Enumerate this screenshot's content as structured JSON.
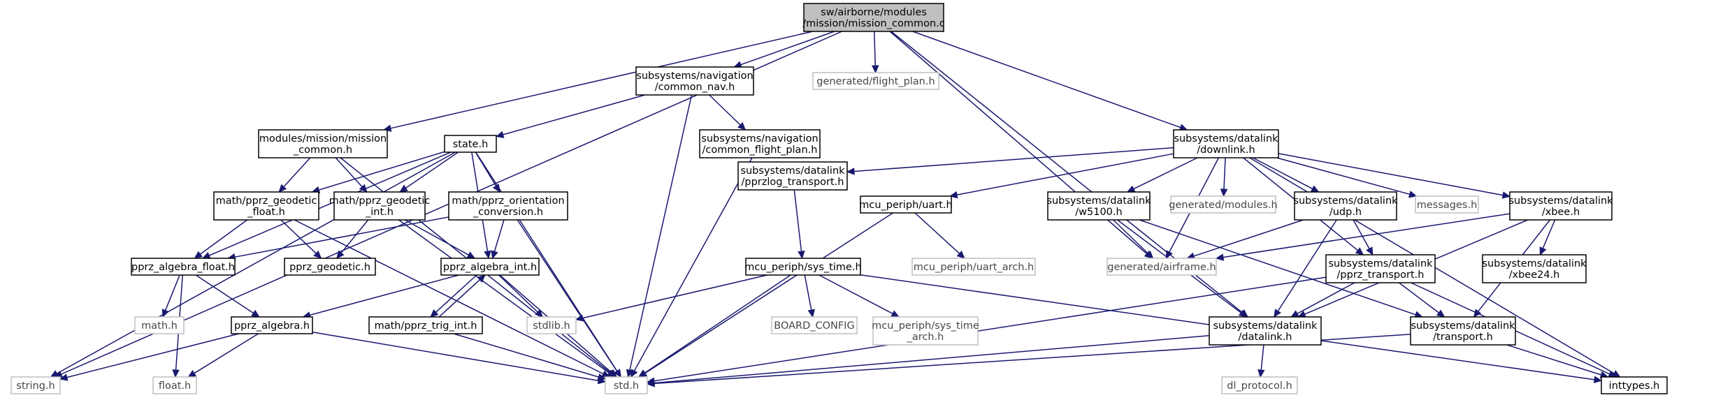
{
  "graph_title": "",
  "colors": {
    "edge": "#191970",
    "root_fill": "#bfbfbf",
    "root_border": "#000000",
    "documented_border": "#000000",
    "undocumented_border": "#bfbfbf",
    "undocumented_text": "#474747",
    "text": "#000000"
  },
  "nodes": [
    {
      "id": "root",
      "kind": "root",
      "lines": [
        "sw/airborne/modules",
        "/mission/mission_common.c"
      ]
    },
    {
      "id": "common_nav",
      "kind": "doc",
      "lines": [
        "subsystems/navigation",
        "/common_nav.h"
      ]
    },
    {
      "id": "flight_plan",
      "kind": "undoc",
      "lines": [
        "generated/flight_plan.h"
      ]
    },
    {
      "id": "downlink",
      "kind": "doc",
      "lines": [
        "subsystems/datalink",
        "/downlink.h"
      ]
    },
    {
      "id": "mission_common_h",
      "kind": "doc",
      "lines": [
        "modules/mission/mission",
        "_common.h"
      ]
    },
    {
      "id": "state_h",
      "kind": "doc",
      "lines": [
        "state.h"
      ]
    },
    {
      "id": "common_flight_plan",
      "kind": "doc",
      "lines": [
        "subsystems/navigation",
        "/common_flight_plan.h"
      ]
    },
    {
      "id": "geodetic_float",
      "kind": "doc",
      "lines": [
        "math/pprz_geodetic",
        "_float.h"
      ]
    },
    {
      "id": "geodetic_int",
      "kind": "doc",
      "lines": [
        "math/pprz_geodetic",
        "_int.h"
      ]
    },
    {
      "id": "orientation_conv",
      "kind": "doc",
      "lines": [
        "math/pprz_orientation",
        "_conversion.h"
      ]
    },
    {
      "id": "pprzlog_transport",
      "kind": "doc",
      "lines": [
        "subsystems/datalink",
        "/pprzlog_transport.h"
      ]
    },
    {
      "id": "uart_h",
      "kind": "doc",
      "lines": [
        "mcu_periph/uart.h"
      ]
    },
    {
      "id": "w5100",
      "kind": "doc",
      "lines": [
        "subsystems/datalink",
        "/w5100.h"
      ]
    },
    {
      "id": "gen_modules",
      "kind": "undoc",
      "lines": [
        "generated/modules.h"
      ]
    },
    {
      "id": "udp_h",
      "kind": "doc",
      "lines": [
        "subsystems/datalink",
        "/udp.h"
      ]
    },
    {
      "id": "messages_h",
      "kind": "undoc",
      "lines": [
        "messages.h"
      ]
    },
    {
      "id": "xbee_h",
      "kind": "doc",
      "lines": [
        "subsystems/datalink",
        "/xbee.h"
      ]
    },
    {
      "id": "algebra_float",
      "kind": "doc",
      "lines": [
        "pprz_algebra_float.h"
      ]
    },
    {
      "id": "pprz_geodetic",
      "kind": "doc",
      "lines": [
        "pprz_geodetic.h"
      ]
    },
    {
      "id": "algebra_int",
      "kind": "doc",
      "lines": [
        "pprz_algebra_int.h"
      ]
    },
    {
      "id": "sys_time",
      "kind": "doc",
      "lines": [
        "mcu_periph/sys_time.h"
      ]
    },
    {
      "id": "uart_arch",
      "kind": "undoc",
      "lines": [
        "mcu_periph/uart_arch.h"
      ]
    },
    {
      "id": "airframe",
      "kind": "undoc",
      "lines": [
        "generated/airframe.h"
      ]
    },
    {
      "id": "pprz_transport",
      "kind": "doc",
      "lines": [
        "subsystems/datalink",
        "/pprz_transport.h"
      ]
    },
    {
      "id": "xbee24",
      "kind": "doc",
      "lines": [
        "subsystems/datalink",
        "/xbee24.h"
      ]
    },
    {
      "id": "math_h",
      "kind": "undoc",
      "lines": [
        "math.h"
      ]
    },
    {
      "id": "pprz_algebra",
      "kind": "doc",
      "lines": [
        "pprz_algebra.h"
      ]
    },
    {
      "id": "trig_int",
      "kind": "doc",
      "lines": [
        "math/pprz_trig_int.h"
      ]
    },
    {
      "id": "stdlib_h",
      "kind": "undoc",
      "lines": [
        "stdlib.h"
      ]
    },
    {
      "id": "board_config",
      "kind": "undoc",
      "lines": [
        "BOARD_CONFIG"
      ]
    },
    {
      "id": "sys_time_arch",
      "kind": "undoc",
      "lines": [
        "mcu_periph/sys_time",
        "_arch.h"
      ]
    },
    {
      "id": "datalink_h",
      "kind": "doc",
      "lines": [
        "subsystems/datalink",
        "/datalink.h"
      ]
    },
    {
      "id": "transport_h",
      "kind": "doc",
      "lines": [
        "subsystems/datalink",
        "/transport.h"
      ]
    },
    {
      "id": "string_h",
      "kind": "undoc",
      "lines": [
        "string.h"
      ]
    },
    {
      "id": "float_h",
      "kind": "undoc",
      "lines": [
        "float.h"
      ]
    },
    {
      "id": "std_h",
      "kind": "undoc",
      "lines": [
        "std.h"
      ]
    },
    {
      "id": "dl_protocol",
      "kind": "undoc",
      "lines": [
        "dl_protocol.h"
      ]
    },
    {
      "id": "inttypes_h",
      "kind": "doc",
      "lines": [
        "inttypes.h"
      ]
    }
  ],
  "edges": [
    [
      "root",
      "string_h"
    ],
    [
      "root",
      "mission_common_h"
    ],
    [
      "root",
      "common_nav"
    ],
    [
      "root",
      "flight_plan"
    ],
    [
      "root",
      "airframe"
    ],
    [
      "root",
      "downlink"
    ],
    [
      "root",
      "datalink_h"
    ],
    [
      "mission_common_h",
      "geodetic_float"
    ],
    [
      "mission_common_h",
      "geodetic_int"
    ],
    [
      "mission_common_h",
      "std_h"
    ],
    [
      "common_nav",
      "state_h"
    ],
    [
      "common_nav",
      "std_h"
    ],
    [
      "common_nav",
      "common_flight_plan"
    ],
    [
      "common_flight_plan",
      "std_h"
    ],
    [
      "state_h",
      "std_h"
    ],
    [
      "state_h",
      "algebra_float"
    ],
    [
      "state_h",
      "geodetic_float"
    ],
    [
      "state_h",
      "geodetic_int"
    ],
    [
      "state_h",
      "orientation_conv"
    ],
    [
      "state_h",
      "algebra_int"
    ],
    [
      "state_h",
      "string_h"
    ],
    [
      "geodetic_float",
      "algebra_float"
    ],
    [
      "geodetic_float",
      "pprz_geodetic"
    ],
    [
      "geodetic_float",
      "std_h"
    ],
    [
      "geodetic_int",
      "pprz_geodetic"
    ],
    [
      "geodetic_int",
      "algebra_int"
    ],
    [
      "geodetic_int",
      "std_h"
    ],
    [
      "orientation_conv",
      "algebra_float"
    ],
    [
      "orientation_conv",
      "algebra_int"
    ],
    [
      "orientation_conv",
      "std_h"
    ],
    [
      "algebra_float",
      "math_h"
    ],
    [
      "algebra_float",
      "pprz_algebra"
    ],
    [
      "algebra_float",
      "float_h"
    ],
    [
      "algebra_int",
      "pprz_algebra"
    ],
    [
      "algebra_int",
      "trig_int"
    ],
    [
      "algebra_int",
      "stdlib_h"
    ],
    [
      "algebra_int",
      "std_h"
    ],
    [
      "trig_int",
      "algebra_int"
    ],
    [
      "trig_int",
      "std_h"
    ],
    [
      "pprz_algebra",
      "string_h"
    ],
    [
      "pprz_algebra",
      "float_h"
    ],
    [
      "pprz_algebra",
      "std_h"
    ],
    [
      "downlink",
      "pprzlog_transport"
    ],
    [
      "downlink",
      "uart_h"
    ],
    [
      "downlink",
      "w5100"
    ],
    [
      "downlink",
      "gen_modules"
    ],
    [
      "downlink",
      "udp_h"
    ],
    [
      "downlink",
      "messages_h"
    ],
    [
      "downlink",
      "xbee_h"
    ],
    [
      "downlink",
      "airframe"
    ],
    [
      "downlink",
      "pprz_transport"
    ],
    [
      "downlink",
      "inttypes_h"
    ],
    [
      "pprzlog_transport",
      "sys_time"
    ],
    [
      "sys_time",
      "std_h"
    ],
    [
      "sys_time",
      "stdlib_h"
    ],
    [
      "sys_time",
      "board_config"
    ],
    [
      "sys_time",
      "sys_time_arch"
    ],
    [
      "sys_time",
      "inttypes_h"
    ],
    [
      "uart_h",
      "uart_arch"
    ],
    [
      "uart_h",
      "std_h"
    ],
    [
      "w5100",
      "airframe"
    ],
    [
      "w5100",
      "datalink_h"
    ],
    [
      "w5100",
      "transport_h"
    ],
    [
      "udp_h",
      "airframe"
    ],
    [
      "udp_h",
      "datalink_h"
    ],
    [
      "udp_h",
      "pprz_transport"
    ],
    [
      "xbee_h",
      "airframe"
    ],
    [
      "xbee_h",
      "xbee24"
    ],
    [
      "xbee_h",
      "datalink_h"
    ],
    [
      "xbee_h",
      "transport_h"
    ],
    [
      "pprz_transport",
      "datalink_h"
    ],
    [
      "pprz_transport",
      "transport_h"
    ],
    [
      "pprz_transport",
      "std_h"
    ],
    [
      "pprz_transport",
      "inttypes_h"
    ],
    [
      "datalink_h",
      "std_h"
    ],
    [
      "datalink_h",
      "dl_protocol"
    ],
    [
      "transport_h",
      "std_h"
    ],
    [
      "transport_h",
      "inttypes_h"
    ]
  ]
}
